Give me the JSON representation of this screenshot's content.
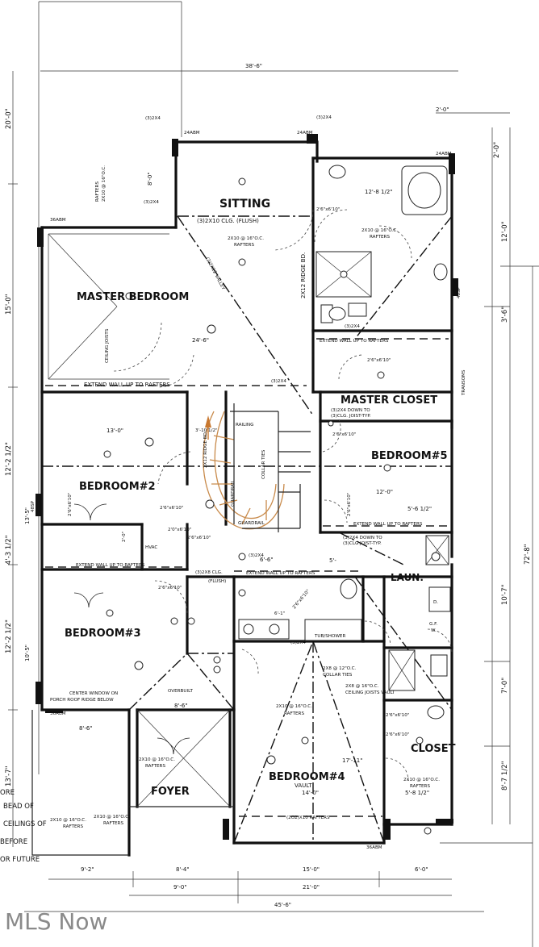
{
  "rooms": {
    "sitting": "SITTING",
    "master_bedroom": "MASTER BEDROOM",
    "master_closet": "MASTER CLOSET",
    "bedroom2": "BEDROOM#2",
    "bedroom3": "BEDROOM#3",
    "bedroom4": "BEDROOM#4",
    "bedroom5": "BEDROOM#5",
    "foyer": "FOYER",
    "laun": "LAUN.",
    "closet": "CLOSET",
    "vault": "VAULT",
    "tub_shower": "TUB/SHOWER",
    "hvac": "HVAC"
  },
  "dimensions": {
    "top_overall": "38'-6\"",
    "top_side_left": "20'-0\"",
    "right_top_small": "2'-0\"",
    "right_2ft": "2'-0\"",
    "right_12ft": "12'-0\"",
    "right_3ft6": "3'-6\"",
    "right_72ft8": "72'-8\"",
    "right_10ft7": "10'-7\"",
    "right_7ft": "7'-0\"",
    "right_8ft7": "8'-7 1/2\"",
    "left_8ft": "8'-0\"",
    "left_15ft": "15'-0\"",
    "left_12ft2a": "12'-2 1/2\"",
    "left_13ft5": "13'-5\"",
    "left_4ft3": "4'-3 1/2\"",
    "left_12ft2b": "12'-2 1/2\"",
    "left_10ft5": "10'-5\"",
    "left_13ft7": "13'-7\"",
    "bath_12ft8": "12'-8 1/2\"",
    "mb_24ft6": "24'-6\"",
    "br2_13ft": "13'-0\"",
    "stair_3ft10": "3'-10 1/2\"",
    "br5_12ft": "12'-0\"",
    "br5_5ft6": "5'-6 1/2\"",
    "hall_6ft6": "6'-6\"",
    "hall_5ft": "5'-",
    "fy_8ft6a": "8'-6\"",
    "fy_8ft6b": "8'-6\"",
    "br4_17ft": "17'-11\"",
    "br4_14ft": "14'-0\"",
    "cl_5ft8": "5'-8 1/2\"",
    "bot_9ft2": "9'-2\"",
    "bot_8ft4": "8'-4\"",
    "bot_15ft": "15'-0\"",
    "bot_6ft": "6'-0\"",
    "bot_9ft": "9'-0\"",
    "bot_21ft": "21'-0\"",
    "bot_45ft6": "45'-6\"",
    "bath_6ft1": "6'-1\""
  },
  "notes": {
    "clg_flush": "(3)2X10 CLG. (FLUSH)",
    "rafters_2x10": "2X10 @ 16\"O.C.",
    "rafters": "RAFTERS",
    "ridge_bd": "2X12 RIDGE BD.",
    "ridge_bd2": "2X12 RIDGE BD.",
    "valley": "(2)2X12 VALLEY",
    "extend_master": "EXTEND WALL UP TO RAFTERS",
    "extend_closet": "EXTEND WALL UP TO RAFTERS",
    "extend_br5": "EXTEND WALL UP TO RAFTERS",
    "extend_br3": "EXTEND WALL UP TO RAFTERS",
    "extend_hall": "EXTEND WALL UP TO RAFTERS",
    "clg_joist1": "(3)2X4 DOWN TO",
    "clg_joist2": "(3)CLG. JOIST-TYP.",
    "clg_joist3": "(3)2X4 DOWN TO",
    "clg_joist4": "(3)CLG JOIST-TYP.",
    "clg_2x8": "(3)2X8 CLG.",
    "flush": "(FLUSH)",
    "railing": "RAILING",
    "guardrail": "GUARDRAIL",
    "guardrail2": "GUARDRAIL",
    "collar_ties": "COLLAR TIES",
    "collar_ties2": "COLLAR TIES",
    "ceiling_joists": "CEILING JOISTS",
    "ceiling_joists_vault": "CEILING JOISTS VAULT",
    "oc_12": "2X8 @ 12\"O.C.",
    "oc_16": "2X8 @ 16\"O.C.",
    "overbuilt": "OVERBUILT",
    "center_window1": "CENTER WINDOW ON",
    "center_window2": "PORCH ROOF RIDGE BELOW",
    "rafters_202": "(2O2)X10 RAFTERS",
    "transoms": "TRANSOMS",
    "door_26": "2'6\"x6'10\"",
    "door_26b": "2'6\"x6'10\"",
    "door_26c": "2'6\"x6'10\"",
    "door_26d": "2'6\"x6'10\"",
    "door_26e": "2'6\"x6'10\"",
    "door_26f": "2'6\"x6'10\"",
    "door_26g": "2'6\"x6'10\"",
    "door_26h": "2'6\"x6'10\"",
    "door_26i": "2'6\"x6'10\"",
    "door_26j": "2'6\"x6'10\"",
    "door_26k": "2'6\"x6'10\"",
    "door_20": "2'-0\"",
    "door_20b": "2'0\"x6'10\"",
    "beam_3x4": "(3)2X4",
    "beam_3x4b": "(3)2X4",
    "beam_3x4c": "(3)2X4",
    "beam_3x4d": "(3)2X4",
    "beam_3x4e": "(3)2X4",
    "beam_3x4f": "(3)2X4",
    "beam_3x4g": "(3)2X4",
    "beam_24abm": "24ABM",
    "beam_24abm2": "24ABM",
    "beam_24abm3": "24ABM",
    "beam_36abm": "36ABM",
    "beam_36abm2": "36ABM",
    "beam_36abm3": "36ABM",
    "beam_48sp": "48SP",
    "beam_48sp2": "48SP",
    "left_bead": "BEAD OF",
    "left_ceilings": "CEILINGS OF",
    "left_before": "BEFORE",
    "left_future": "OR FUTURE",
    "left_ore": "ORE",
    "d_label": "D.",
    "gf_label": "G.F.",
    "w_label": "W."
  },
  "watermark": "MLS Now"
}
